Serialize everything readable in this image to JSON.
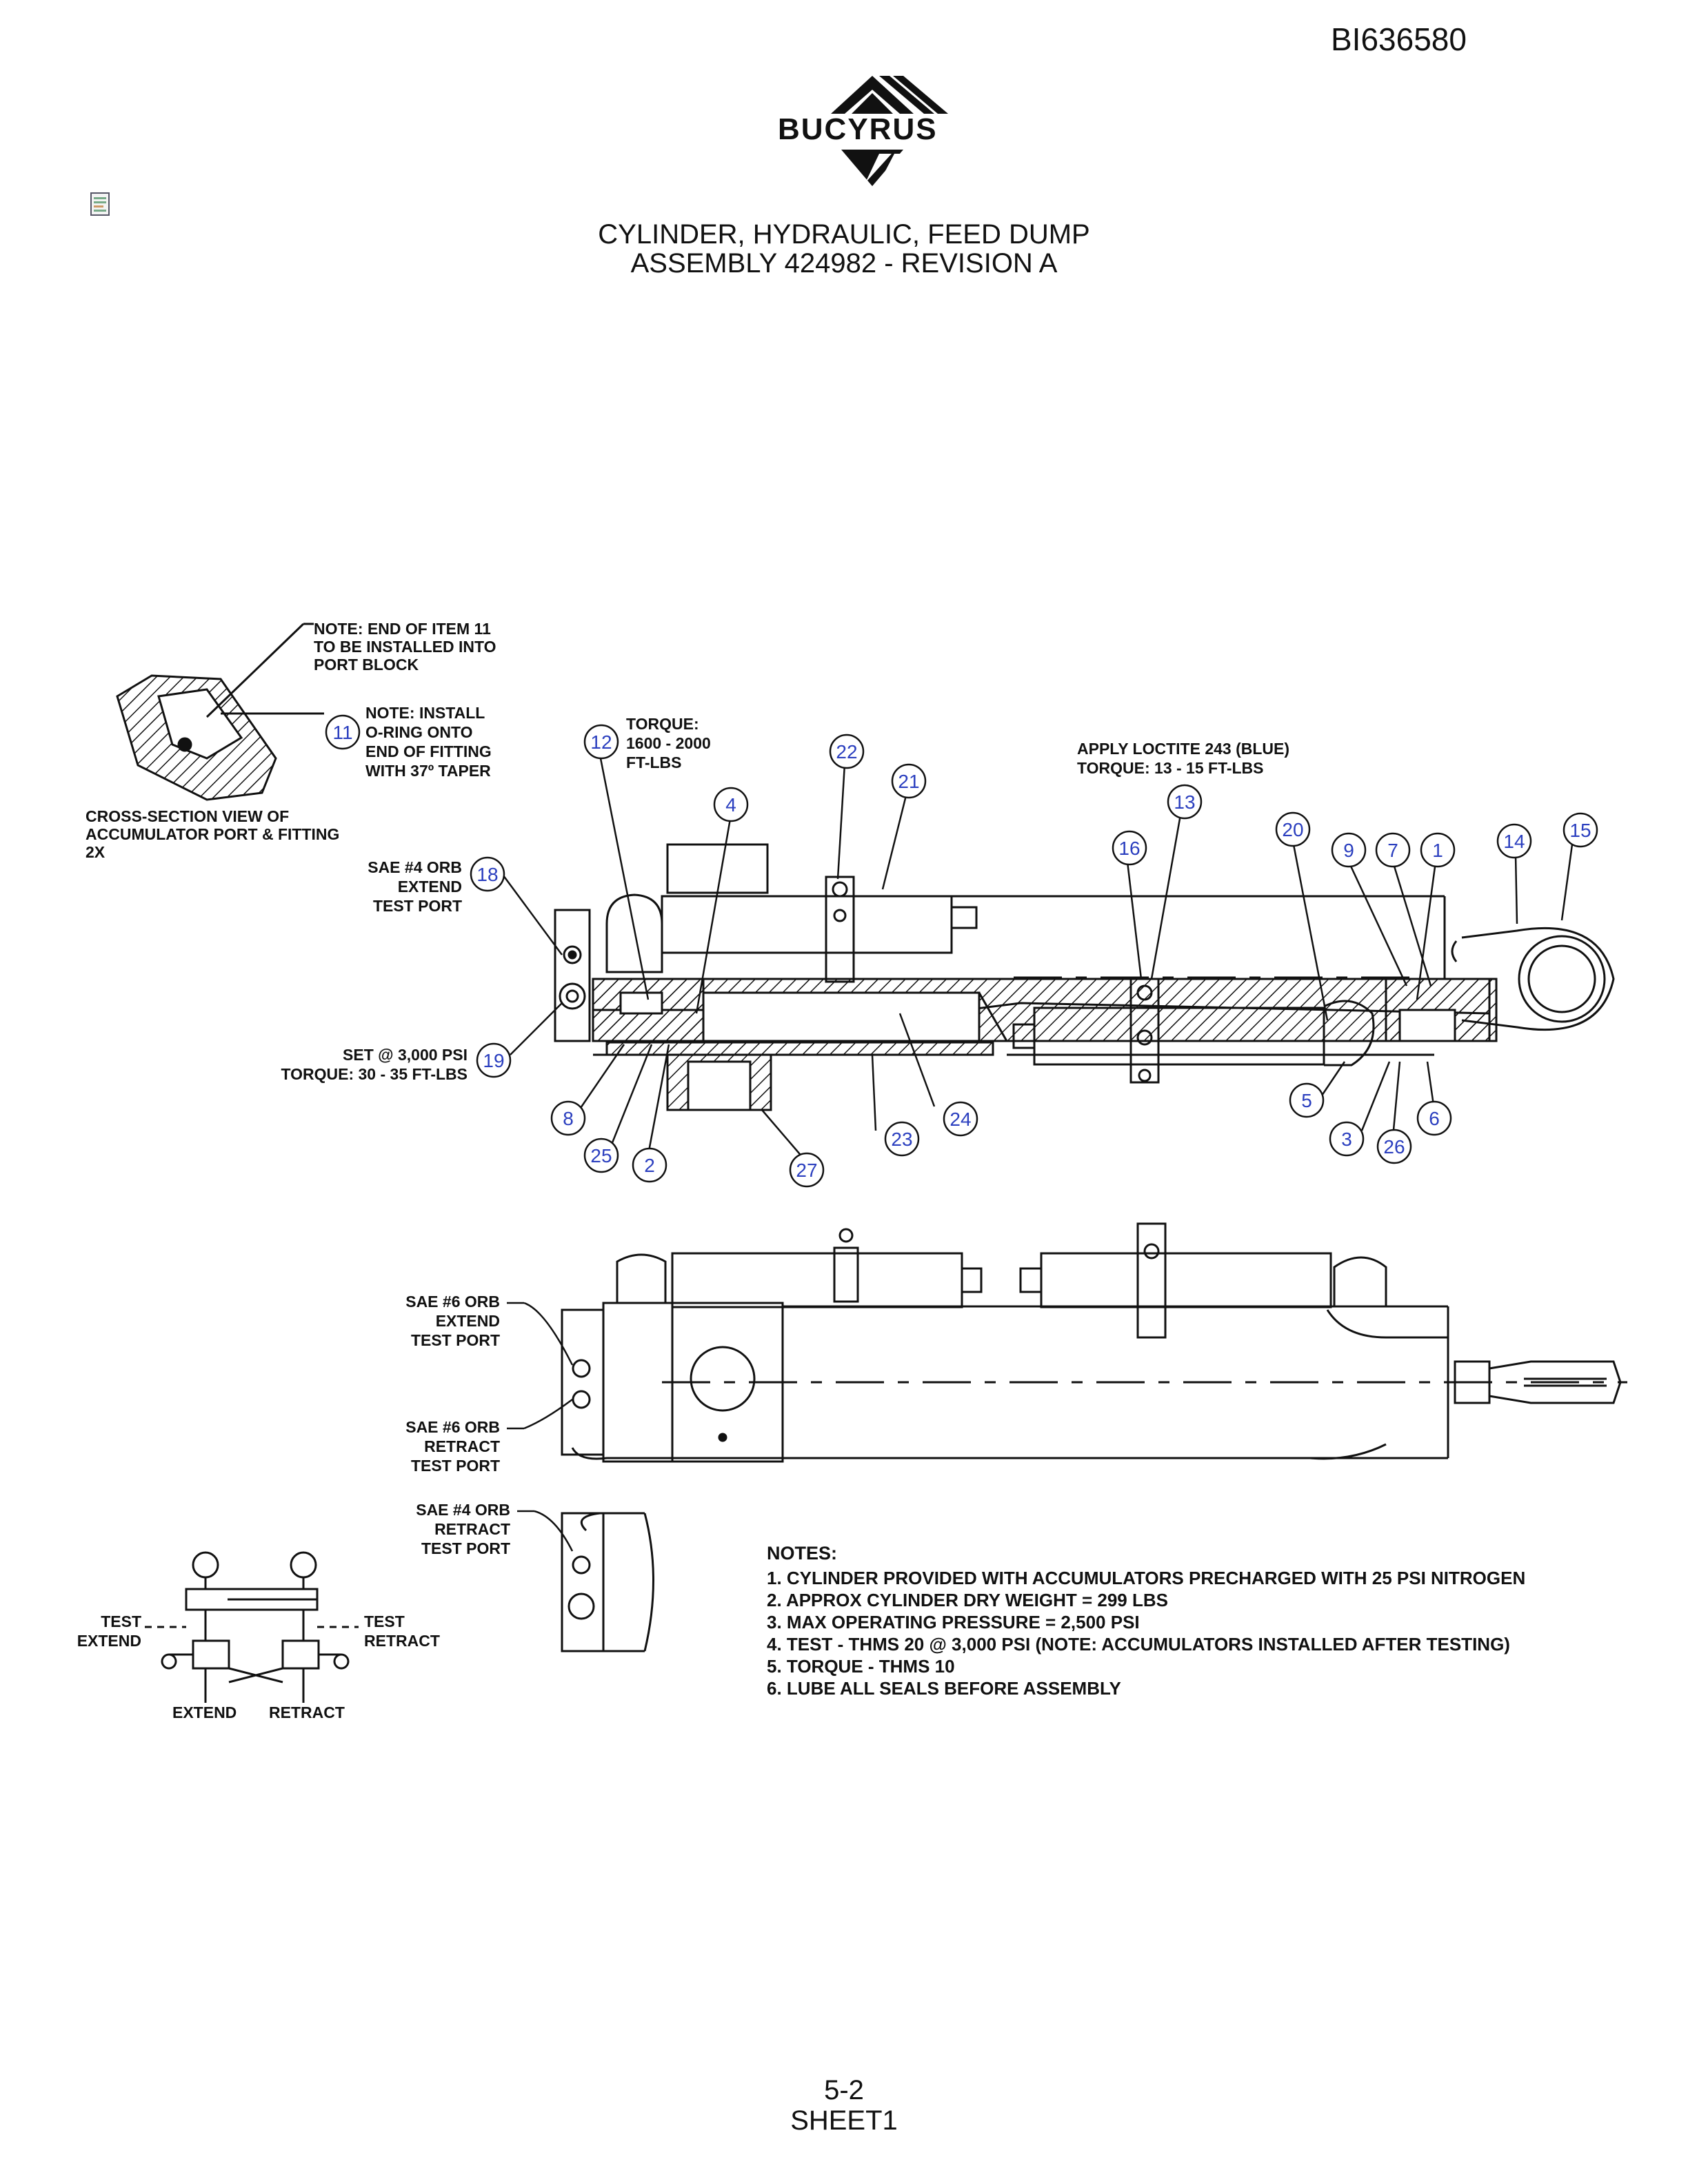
{
  "document_id": "BI636580",
  "brand": "BUCYRUS",
  "icons": {
    "logo": "bucyrus-logo-icon",
    "document": "document-icon"
  },
  "title": {
    "line1": "CYLINDER, HYDRAULIC, FEED DUMP",
    "line2": "ASSEMBLY 424982 - REVISION A"
  },
  "callouts": {
    "note_item11": [
      "NOTE: END OF ITEM 11",
      "TO BE INSTALLED INTO",
      "PORT BLOCK"
    ],
    "note_oring": [
      "NOTE: INSTALL",
      "O-RING ONTO",
      "END OF FITTING",
      "WITH 37º TAPER"
    ],
    "cross_section": [
      "CROSS-SECTION VIEW OF",
      "ACCUMULATOR PORT & FITTING",
      "2X"
    ],
    "torque_12": [
      "TORQUE:",
      "1600 - 2000",
      "FT-LBS"
    ],
    "loctite": [
      "APPLY LOCTITE 243 (BLUE)",
      "TORQUE: 13 - 15 FT-LBS"
    ],
    "sae4_extend": [
      "SAE #4 ORB",
      "EXTEND",
      "TEST PORT"
    ],
    "set_psi": [
      "SET @ 3,000 PSI",
      "TORQUE: 30 - 35 FT-LBS"
    ],
    "sae6_extend": [
      "SAE #6 ORB",
      "EXTEND",
      "TEST PORT"
    ],
    "sae6_retract": [
      "SAE #6 ORB",
      "RETRACT",
      "TEST PORT"
    ],
    "sae4_retract": [
      "SAE #4 ORB",
      "RETRACT",
      "TEST PORT"
    ]
  },
  "balloons": [
    "1",
    "2",
    "3",
    "4",
    "5",
    "6",
    "7",
    "8",
    "9",
    "11",
    "12",
    "13",
    "14",
    "15",
    "16",
    "18",
    "19",
    "20",
    "21",
    "22",
    "23",
    "24",
    "25",
    "26",
    "27"
  ],
  "schematic": {
    "test_extend": [
      "TEST",
      "EXTEND"
    ],
    "test_retract": [
      "TEST",
      "RETRACT"
    ],
    "extend": "EXTEND",
    "retract": "RETRACT"
  },
  "notes": {
    "heading": "NOTES:",
    "items": [
      "1. CYLINDER PROVIDED WITH ACCUMULATORS PRECHARGED WITH 25 PSI NITROGEN",
      "2. APPROX CYLINDER DRY WEIGHT = 299 LBS",
      "3. MAX OPERATING PRESSURE = 2,500 PSI",
      "4. TEST - THMS 20 @ 3,000 PSI (NOTE: ACCUMULATORS INSTALLED AFTER TESTING)",
      "5. TORQUE - THMS 10",
      "6. LUBE ALL SEALS BEFORE ASSEMBLY"
    ]
  },
  "footer": {
    "page": "5-2",
    "sheet": "SHEET1"
  },
  "colors": {
    "balloon": "#2b3fbf",
    "line": "#111111"
  }
}
